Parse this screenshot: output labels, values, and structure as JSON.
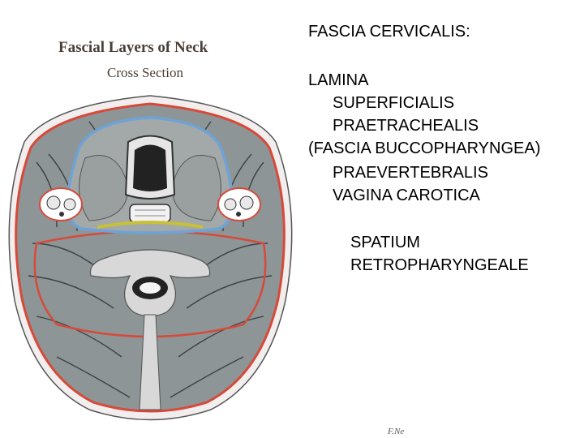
{
  "figure": {
    "title": "Fascial Layers of Neck",
    "subtitle": "Cross Section",
    "signature": "F.Ne"
  },
  "labels": {
    "heading": "FASCIA CERVICALIS:",
    "lamina": "LAMINA",
    "superficialis": "SUPERFICIALIS",
    "praetrachealis": "PRAETRACHEALIS",
    "buccopharyngea": "(FASCIA BUCCOPHARYNGEA)",
    "praevertebralis": "PRAEVERTEBRALIS",
    "vagina_carotica": "VAGINA CAROTICA",
    "spatium": "SPATIUM",
    "retropharyngeale": "RETROPHARYNGEALE"
  },
  "colors": {
    "muscle": "#8e9596",
    "muscle_line": "#3c4243",
    "superficial_fascia": "#d64a3a",
    "pretracheal_fascia": "#6fa3d6",
    "buccopharyngeal_fascia": "#c9c03a",
    "bone": "#d8d8d8",
    "background": "#ffffff"
  }
}
